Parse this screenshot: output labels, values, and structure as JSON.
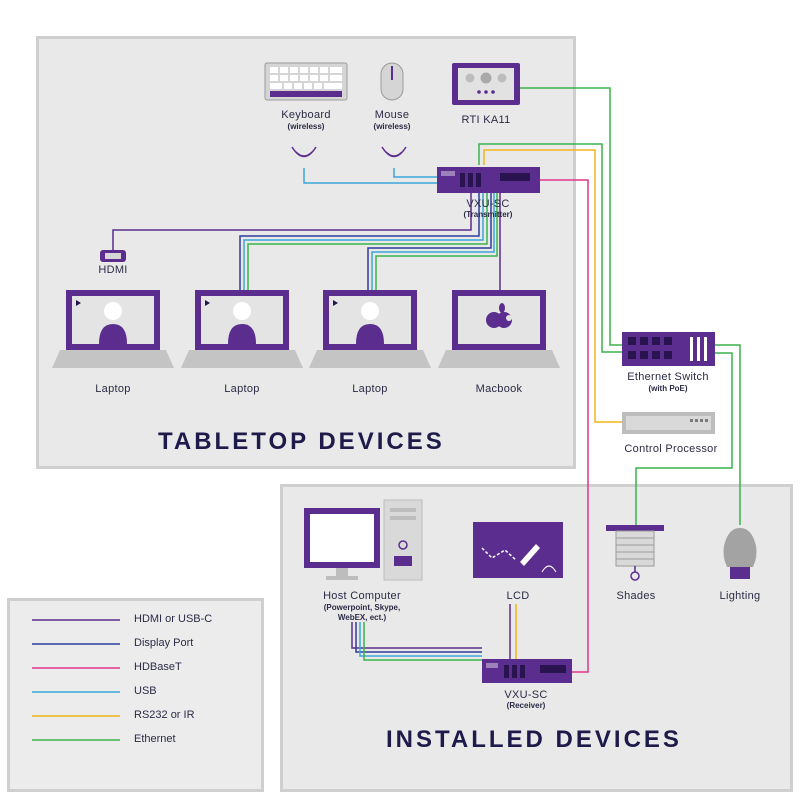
{
  "sections": {
    "tabletop_title": "TABLETOP DEVICES",
    "installed_title": "INSTALLED DEVICES"
  },
  "devices": {
    "keyboard": {
      "label": "Keyboard",
      "sub": "(wireless)"
    },
    "mouse": {
      "label": "Mouse",
      "sub": "(wireless)"
    },
    "rti": {
      "label": "RTI KA11"
    },
    "transmitter": {
      "label": "VXU-SC",
      "sub": "(Transmitter)"
    },
    "hdmi": {
      "label": "HDMI"
    },
    "laptop1": {
      "label": "Laptop"
    },
    "laptop2": {
      "label": "Laptop"
    },
    "laptop3": {
      "label": "Laptop"
    },
    "macbook": {
      "label": "Macbook"
    },
    "switch": {
      "label": "Ethernet Switch",
      "sub": "(with PoE)"
    },
    "control": {
      "label": "Control Processor"
    },
    "host": {
      "label": "Host Computer",
      "sub": "(Powerpoint, Skype,\nWebEX, ect.)"
    },
    "lcd": {
      "label": "LCD"
    },
    "receiver": {
      "label": "VXU-SC",
      "sub": "(Receiver)"
    },
    "shades": {
      "label": "Shades"
    },
    "lighting": {
      "label": "Lighting"
    }
  },
  "legend": [
    {
      "label": "HDMI or USB-C",
      "color": "#5b2d8e"
    },
    {
      "label": "Display Port",
      "color": "#2c3e9e"
    },
    {
      "label": "HDBaseT",
      "color": "#e0368a"
    },
    {
      "label": "USB",
      "color": "#3aa6d9"
    },
    {
      "label": "RS232 or IR",
      "color": "#f2b51d"
    },
    {
      "label": "Ethernet",
      "color": "#3cb44a"
    }
  ],
  "colors": {
    "purple": "#5b2d8e",
    "navy": "#1e1b4b",
    "panel": "#e9e9e9"
  }
}
